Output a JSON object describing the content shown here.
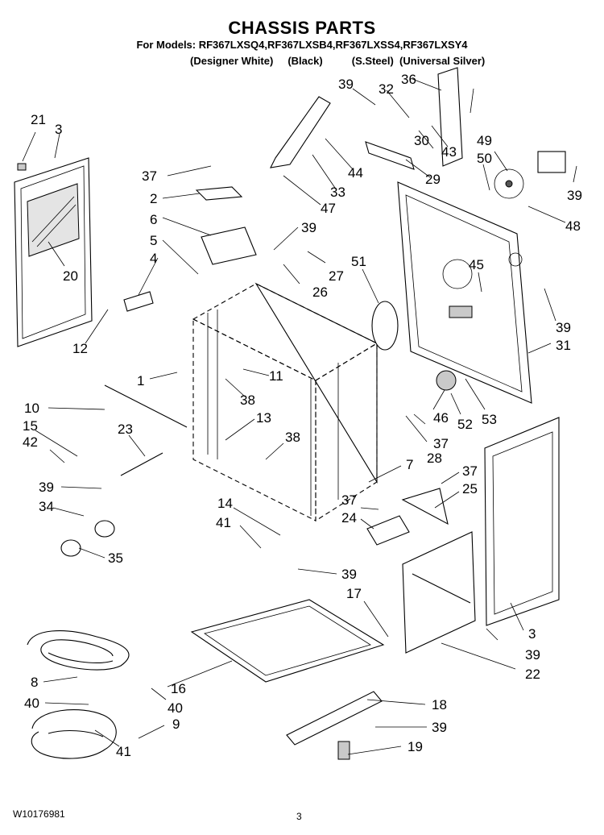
{
  "header": {
    "title": "CHASSIS PARTS",
    "models": "For Models: RF367LXSQ4,RF367LXSB4,RF367LXSS4,RF367LXSY4",
    "variants": "(Designer White)     (Black)          (S.Steel)  (Universal Silver)"
  },
  "footer": {
    "doc_number": "W10176981",
    "page": "3"
  },
  "callouts": [
    "21",
    "3",
    "20",
    "37",
    "2",
    "6",
    "5",
    "4",
    "12",
    "39",
    "26",
    "27",
    "32",
    "36",
    "39",
    "30",
    "43",
    "44",
    "33",
    "47",
    "29",
    "49",
    "50",
    "39",
    "48",
    "51",
    "45",
    "39",
    "31",
    "1",
    "11",
    "38",
    "10",
    "15",
    "42",
    "23",
    "13",
    "38",
    "39",
    "34",
    "35",
    "7",
    "37",
    "28",
    "46",
    "52",
    "53",
    "14",
    "41",
    "39",
    "37",
    "24",
    "37",
    "25",
    "3",
    "17",
    "39",
    "22",
    "16",
    "8",
    "40",
    "40",
    "9",
    "41",
    "18",
    "39",
    "19"
  ]
}
